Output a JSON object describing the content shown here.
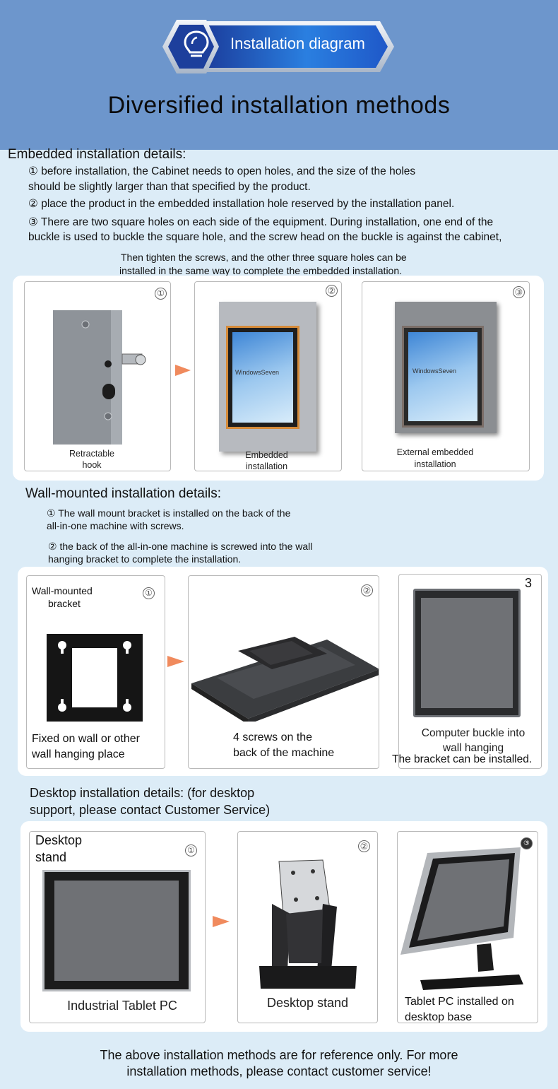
{
  "header": {
    "badge_label": "Installation diagram",
    "main_title": "Diversified installation methods"
  },
  "embedded": {
    "heading": "Embedded installation details:",
    "step1_line1": "① before installation, the Cabinet needs to open holes, and the size of the holes",
    "step1_line2": "should be slightly larger than that specified by the product.",
    "step2": "② place the product in the embedded installation hole reserved by the installation panel.",
    "step3_line1": "③ There are two square holes on each side of the equipment. During installation, one end of the",
    "step3_line2": "buckle is used to buckle the square hole, and the screw head on the buckle is against the cabinet,",
    "step3_line3": "Then tighten the screws, and the other three square holes can be",
    "step3_line4": "installed in the same way to complete the embedded installation.",
    "card1_num": "①",
    "card1_cap1": "Retractable",
    "card1_cap2": "hook",
    "card2_num": "②",
    "card2_screen_text": "WindowsSeven",
    "card2_cap1": "Embedded",
    "card2_cap2": "installation",
    "card3_num": "③",
    "card3_screen_text": "WindowsSeven",
    "card3_cap1": "External embedded",
    "card3_cap2": "installation"
  },
  "wall": {
    "heading": "Wall-mounted installation details:",
    "step1_line1": "① The wall mount bracket is installed on the back of the",
    "step1_line2": "all-in-one machine with screws.",
    "step2_line1": "② the back of the all-in-one machine is screwed into the wall",
    "step2_line2": "hanging bracket to complete the installation.",
    "card1_label1": "Wall-mounted",
    "card1_label2": "bracket",
    "card1_num": "①",
    "card1_cap1": "Fixed on wall or other",
    "card1_cap2": "wall hanging place",
    "card2_num": "②",
    "card2_cap1": "4 screws on the",
    "card2_cap2": "back of the machine",
    "card3_num": "3",
    "card3_cap1": "Computer buckle into",
    "card3_cap2": "wall hanging",
    "card3_cap3": "The bracket can be installed."
  },
  "desktop": {
    "heading_line1": "Desktop installation details: (for desktop",
    "heading_line2": "support, please contact Customer Service)",
    "card1_label1": "Desktop",
    "card1_label2": "stand",
    "card1_num": "①",
    "card1_cap": "Industrial Tablet PC",
    "card2_num": "②",
    "card2_cap": "Desktop stand",
    "card3_num": "③",
    "card3_cap1": "Tablet PC installed on",
    "card3_cap2": "desktop base"
  },
  "footer": {
    "line1": "The above installation methods are for reference only. For more",
    "line2": "installation methods, please contact customer service!"
  },
  "colors": {
    "header_bg": "#6d96cc",
    "page_bg": "#dcecf7",
    "badge_blue": "#1f58c8",
    "arrow": "#f08a5d"
  }
}
